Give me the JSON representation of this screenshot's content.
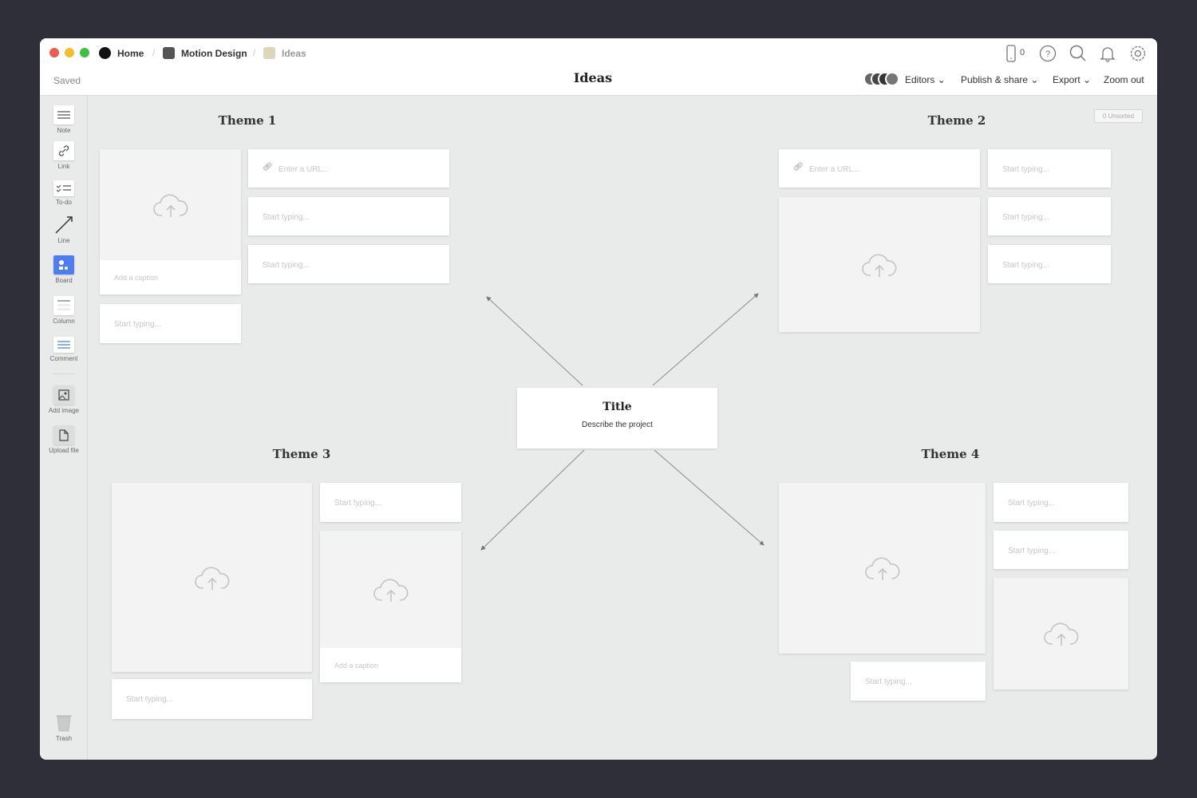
{
  "breadcrumb": {
    "home": "Home",
    "project": "Motion Design",
    "board": "Ideas"
  },
  "status": "Saved",
  "title": "Ideas",
  "topbar": {
    "device_count": "0",
    "editors": "Editors",
    "publish": "Publish & share",
    "export": "Export",
    "zoom": "Zoom out"
  },
  "unsorted": "0 Unsorted",
  "tools": [
    {
      "label": "Note",
      "icon": "note-icon"
    },
    {
      "label": "Link",
      "icon": "link-icon"
    },
    {
      "label": "To-do",
      "icon": "todo-icon"
    },
    {
      "label": "Line",
      "icon": "line-icon"
    },
    {
      "label": "Board",
      "icon": "board-icon"
    },
    {
      "label": "Column",
      "icon": "column-icon"
    },
    {
      "label": "Comment",
      "icon": "comment-icon"
    },
    {
      "label": "Add image",
      "icon": "image-icon"
    },
    {
      "label": "Upload file",
      "icon": "file-icon"
    },
    {
      "label": "Trash",
      "icon": "trash-icon"
    }
  ],
  "themes": [
    "Theme 1",
    "Theme 2",
    "Theme 3",
    "Theme 4"
  ],
  "center": {
    "title": "Title",
    "subtitle": "Describe the project"
  },
  "placeholders": {
    "url": "Enter a URL...",
    "text": "Start typing...",
    "caption": "Add a caption"
  },
  "colors": {
    "accent": "#4f7cf0",
    "canvas": "#e9ebea"
  }
}
